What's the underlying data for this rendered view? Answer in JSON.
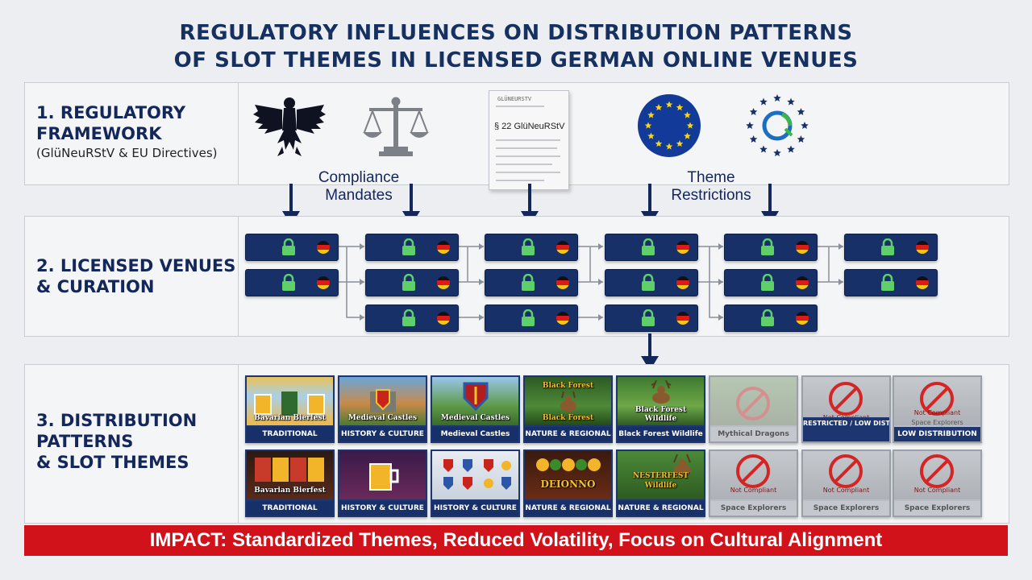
{
  "title": {
    "line1": "REGULATORY INFLUENCES ON DISTRIBUTION PATTERNS",
    "line2": "OF SLOT THEMES IN LICENSED GERMAN ONLINE VENUES"
  },
  "band1": {
    "label_line1": "1. REGULATORY",
    "label_line2": "FRAMEWORK",
    "sublabel": "(GlüNeuRStV & EU Directives)",
    "icons": [
      "german-eagle-icon",
      "scales-of-justice-icon",
      "legal-document-icon",
      "eu-flag-icon",
      "eu-stars-logo-icon"
    ],
    "doc_header": "GLÜNEURSTV",
    "doc_title": "§ 22 GlüNeuRStV",
    "caption_left_line1": "Compliance",
    "caption_left_line2": "Mandates",
    "caption_right_line1": "Theme",
    "caption_right_line2": "Restrictions"
  },
  "band2": {
    "label_line1": "2. LICENSED VENUES",
    "label_line2": "& CURATION"
  },
  "band3": {
    "label_line1": "3. DISTRIBUTION",
    "label_line2": "PATTERNS",
    "label_line3": "& SLOT THEMES",
    "row1": [
      {
        "art_title": "Bavarian Bierfest",
        "bar": "TRADITIONAL"
      },
      {
        "art_title": "Medieval Castles",
        "bar": "HISTORY & CULTURE"
      },
      {
        "art_title": "Medieval Castles",
        "bar": "Medieval Castles"
      },
      {
        "art_title": "Black Forest",
        "art_title2": "Black Forest",
        "bar": "NATURE & REGIONAL"
      },
      {
        "art_title": "Black Forest",
        "art_title2": "Wildlife",
        "bar": "Black Forest Wildlife"
      },
      {
        "bar": "Mythical Dragons"
      },
      {
        "notice": "Not Compliant",
        "bar": "RESTRICTED / LOW DISTRIBUTION"
      },
      {
        "notice": "Not Compliant",
        "bar": "Space Explorers",
        "bar2": "LOW DISTRIBUTION"
      }
    ],
    "row2": [
      {
        "art_title": "Bavarian Bierfest",
        "bar": "TRADITIONAL"
      },
      {
        "bar": "HISTORY & CULTURE"
      },
      {
        "bar": "HISTORY & CULTURE"
      },
      {
        "art_title": "DEIONNO",
        "bar": "NATURE & REGIONAL"
      },
      {
        "art_title": "NESTERFEST",
        "art_title2": "Wildlife",
        "bar": "NATURE & REGIONAL"
      },
      {
        "notice": "Not Compliant",
        "bar": "Space Explorers"
      },
      {
        "notice": "Not Compliant",
        "bar": "Space Explorers"
      },
      {
        "notice": "Not Compliant",
        "bar": "Space Explorers"
      }
    ]
  },
  "impact": "IMPACT: Standardized Themes, Reduced Volatility, Focus on Cultural Alignment",
  "colors": {
    "navy": "#173068",
    "title": "#16305f",
    "impact_red": "#d1121b",
    "lock_green": "#5fcf6a",
    "eu_blue": "#123a98",
    "eu_yellow": "#f7d414",
    "ban_red": "#d42424"
  }
}
